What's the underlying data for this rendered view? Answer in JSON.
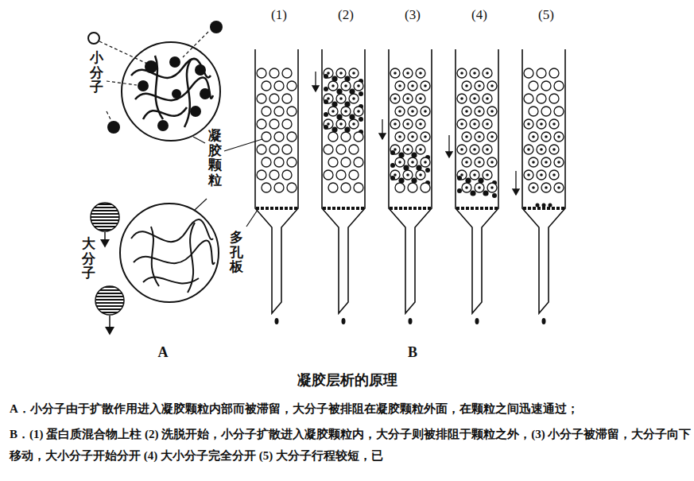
{
  "diagram": {
    "title": "凝胶层析的原理",
    "labels": [
      "(1)",
      "(2)",
      "(3)",
      "(4)",
      "(5)",
      "小分子",
      "凝胶颗粒",
      "大分子",
      "多孔板",
      "A",
      "B",
      "A．小分子由于扩散作用进入凝胶颗粒内部而被滞留，大分子被排阻在凝胶颗粒外面，在颗粒之间迅速通过；",
      "B．(1) 蛋白质混合物上柱 (2) 洗脱开始，小分子扩散进入凝胶颗粒内，大分子则被排阻于颗粒之外，(3) 小分子被滞留，大分子向下移动，大小分子开始分开 (4) 大小分子完全分开 (5) 大分子行程较短，已"
    ]
  }
}
